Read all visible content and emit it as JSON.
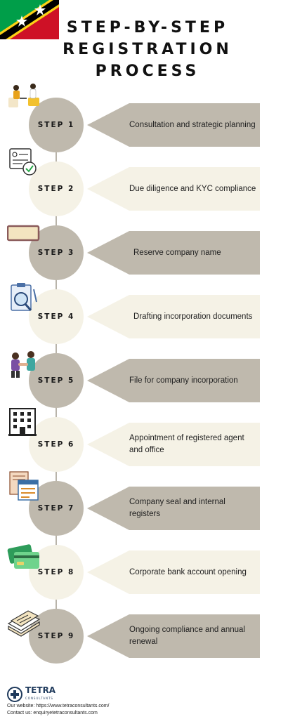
{
  "title_lines": [
    "STEP-BY-STEP",
    "REGISTRATION",
    "PROCESS"
  ],
  "colors": {
    "dark_tile": "#bfb9ad",
    "light_tile": "#f5f2e6",
    "flag_green": "#009e49",
    "flag_red": "#ce1126",
    "flag_yellow": "#fcd116",
    "logo_blue": "#1f3a5c"
  },
  "steps": [
    {
      "label": "STEP 1",
      "text": "Consultation and strategic planning",
      "icon": "consultation-meeting-icon"
    },
    {
      "label": "STEP 2",
      "text": "Due diligence and KYC compliance",
      "icon": "document-check-icon"
    },
    {
      "label": "STEP 3",
      "text": "Reserve company name",
      "icon": "name-plate-icon"
    },
    {
      "label": "STEP 4",
      "text": "Drafting incorporation documents",
      "icon": "clipboard-magnifier-icon"
    },
    {
      "label": "STEP 5",
      "text": "File for company incorporation",
      "icon": "handshake-people-icon"
    },
    {
      "label": "STEP 6",
      "text": "Appointment of registered agent and office",
      "icon": "office-building-icon"
    },
    {
      "label": "STEP 7",
      "text": "Company seal and internal registers",
      "icon": "registers-documents-icon"
    },
    {
      "label": "STEP 8",
      "text": "Corporate bank account opening",
      "icon": "bank-cards-icon"
    },
    {
      "label": "STEP 9",
      "text": "Ongoing compliance and annual renewal",
      "icon": "stacked-papers-icon"
    }
  ],
  "footer": {
    "logo_name": "TETRA",
    "logo_sub": "CONSULTANTS",
    "website": "Our website: https://www.tetraconsultants.com/",
    "contact": "Contact us: enquiryetetraconsultants.com"
  }
}
